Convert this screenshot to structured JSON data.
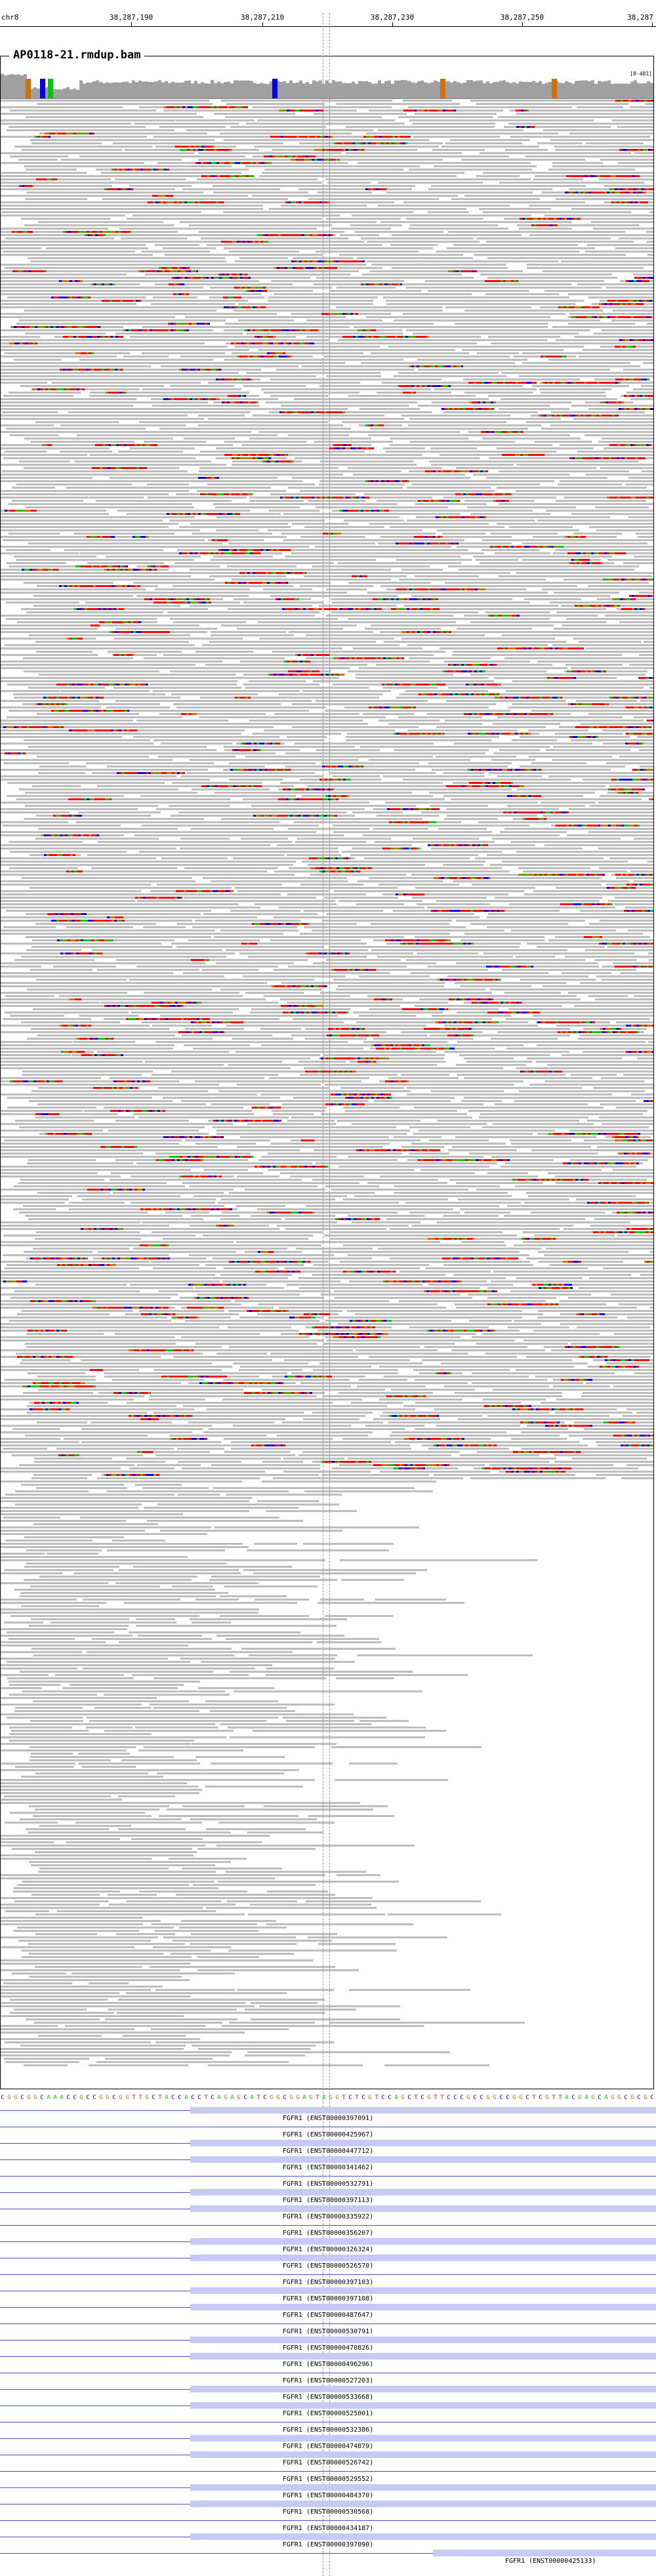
{
  "ruler": {
    "chrom": "chr8",
    "ticks": [
      "38,287,190",
      "38,287,210",
      "38,287,230",
      "38,287,250",
      "38,287"
    ]
  },
  "track": {
    "title": "AP0118-21.rmdup.bam",
    "coverage_range": "[0-481]"
  },
  "colors": {
    "A": "#00c800",
    "C": "#0000ff",
    "G": "#d17105",
    "T": "#ff0000",
    "read": "#bdbdbd",
    "coverage": "#a0a0a0",
    "gene": "#4b4bd6",
    "deletion": "#800080"
  },
  "sequence": "CGGCGGCAAACCGCCGGCGGTTGCTACCACCTCAGAGCATCGGCGGAGTAGGTCTCGTCCAGCTCGTTCCCGCCGGCCGGCTCGTTACGAGCAGGCGCGC",
  "genes": [
    "FGFR1 (ENST00000397091)",
    "FGFR1 (ENST00000425967)",
    "FGFR1 (ENST00000447712)",
    "FGFR1 (ENST00000341462)",
    "FGFR1 (ENST00000532791)",
    "FGFR1 (ENST00000397113)",
    "FGFR1 (ENST00000335922)",
    "FGFR1 (ENST00000356207)",
    "FGFR1 (ENST00000326324)",
    "FGFR1 (ENST00000526570)",
    "FGFR1 (ENST00000397103)",
    "FGFR1 (ENST00000397108)",
    "FGFR1 (ENST00000487647)",
    "FGFR1 (ENST00000530791)",
    "FGFR1 (ENST00000470826)",
    "FGFR1 (ENST00000496296)",
    "FGFR1 (ENST00000527203)",
    "FGFR1 (ENST00000533668)",
    "FGFR1 (ENST00000525001)",
    "FGFR1 (ENST00000532386)",
    "FGFR1 (ENST00000474879)",
    "FGFR1 (ENST00000526742)",
    "FGFR1 (ENST00000529552)",
    "FGFR1 (ENST00000484370)",
    "FGFR1 (ENST00000530568)",
    "FGFR1 (ENST00000434187)",
    "FGFR1 (ENST00000397090)",
    "FGFR1 (ENST00000425133)"
  ]
}
